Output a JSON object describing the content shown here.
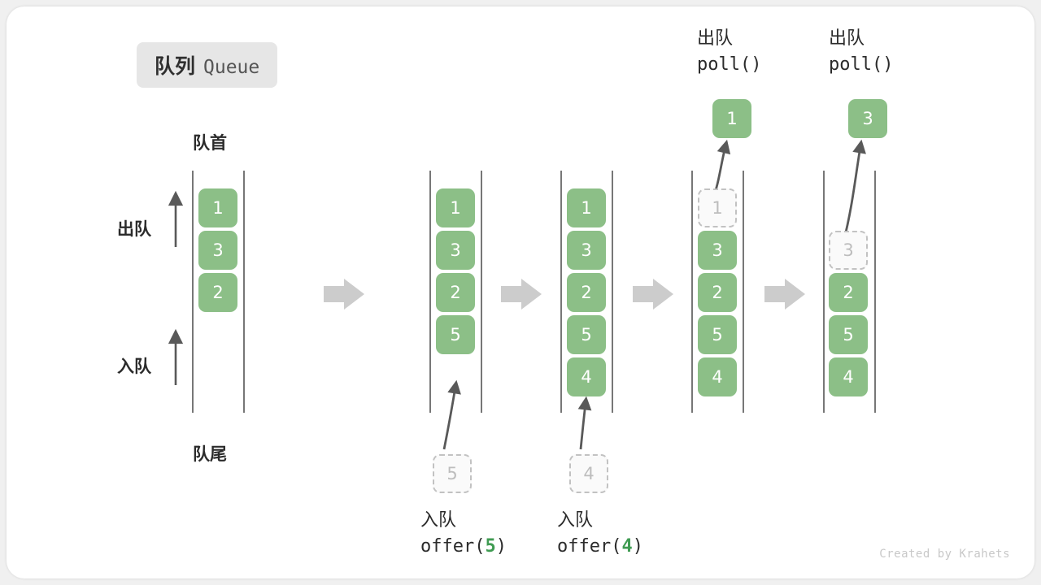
{
  "title": {
    "cn": "队列",
    "en": "Queue"
  },
  "labels": {
    "front": "队首",
    "rear": "队尾",
    "dequeue": "出队",
    "enqueue": "入队"
  },
  "credit": "Created by Krahets",
  "colors": {
    "cell_green": "#8cbf87",
    "ghost_fill": "#fafafa",
    "ghost_border": "#c2c2c2",
    "rail": "#555555",
    "arrow_gray": "#cccccc",
    "curve_arrow": "#595959",
    "accent_num": "#3f9b52",
    "badge_bg": "#e6e6e6"
  },
  "side_arrows": [
    {
      "label": "出队",
      "direction": "up"
    },
    {
      "label": "入队",
      "direction": "up"
    }
  ],
  "steps": [
    {
      "id": "state-initial",
      "cells": [
        "1",
        "3",
        "2"
      ],
      "ghost_index": -1,
      "ghost_value": "",
      "incoming": null,
      "popped": null,
      "caption": null
    },
    {
      "id": "state-after-offer-5",
      "cells": [
        "1",
        "3",
        "2",
        "5"
      ],
      "ghost_index": -1,
      "ghost_value": "",
      "incoming": {
        "value": "5",
        "caption_cn": "入队",
        "caption_code_pre": "offer(",
        "caption_code_num": "5",
        "caption_code_post": ")"
      },
      "popped": null,
      "caption": null
    },
    {
      "id": "state-after-offer-4",
      "cells": [
        "1",
        "3",
        "2",
        "5",
        "4"
      ],
      "ghost_index": -1,
      "ghost_value": "",
      "incoming": {
        "value": "4",
        "caption_cn": "入队",
        "caption_code_pre": "offer(",
        "caption_code_num": "4",
        "caption_code_post": ")"
      },
      "popped": null,
      "caption": null
    },
    {
      "id": "state-poll-1",
      "cells": [
        "1",
        "3",
        "2",
        "5",
        "4"
      ],
      "ghost_index": 0,
      "ghost_value": "1",
      "incoming": null,
      "popped": {
        "value": "1",
        "caption_cn": "出队",
        "caption_code": "poll()"
      },
      "caption": null
    },
    {
      "id": "state-poll-3",
      "cells": [
        "",
        "3",
        "2",
        "5",
        "4"
      ],
      "ghost_index": 1,
      "ghost_value": "3",
      "incoming": null,
      "popped": {
        "value": "3",
        "caption_cn": "出队",
        "caption_code": "poll()"
      },
      "caption": null
    }
  ],
  "flow_arrows": [
    {
      "name": "flow-arrow-1"
    },
    {
      "name": "flow-arrow-2"
    },
    {
      "name": "flow-arrow-3"
    },
    {
      "name": "flow-arrow-4"
    }
  ]
}
